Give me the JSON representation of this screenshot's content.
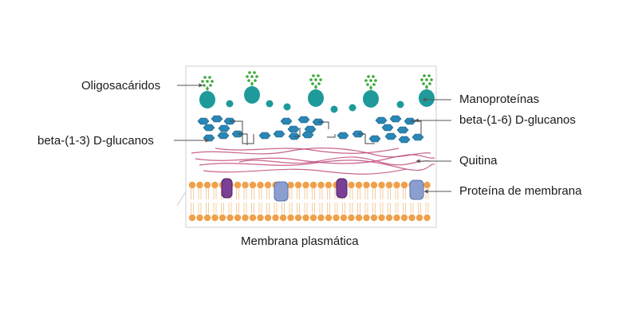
{
  "labels": {
    "oligosaccharides": "Oligosacáridos",
    "beta13": "beta-(1-3) D-glucanos",
    "mannoproteins": "Manoproteínas",
    "beta16": "beta-(1-6) D-glucanos",
    "chitin": "Quitina",
    "membrane_protein": "Proteína de membrana",
    "plasma_membrane": "Membrana plasmática"
  },
  "colors": {
    "teal": "#1f9a9a",
    "glucan_blue": "#2a86b5",
    "sugar_green": "#3aa83a",
    "chitin_pink": "#c0487a",
    "lipid_orange": "#f0a04a",
    "protein_purple": "#7b3f95",
    "protein_lightblue": "#8a9fd0",
    "frame_gray": "#c8c8c8",
    "line_dark": "#444444"
  }
}
